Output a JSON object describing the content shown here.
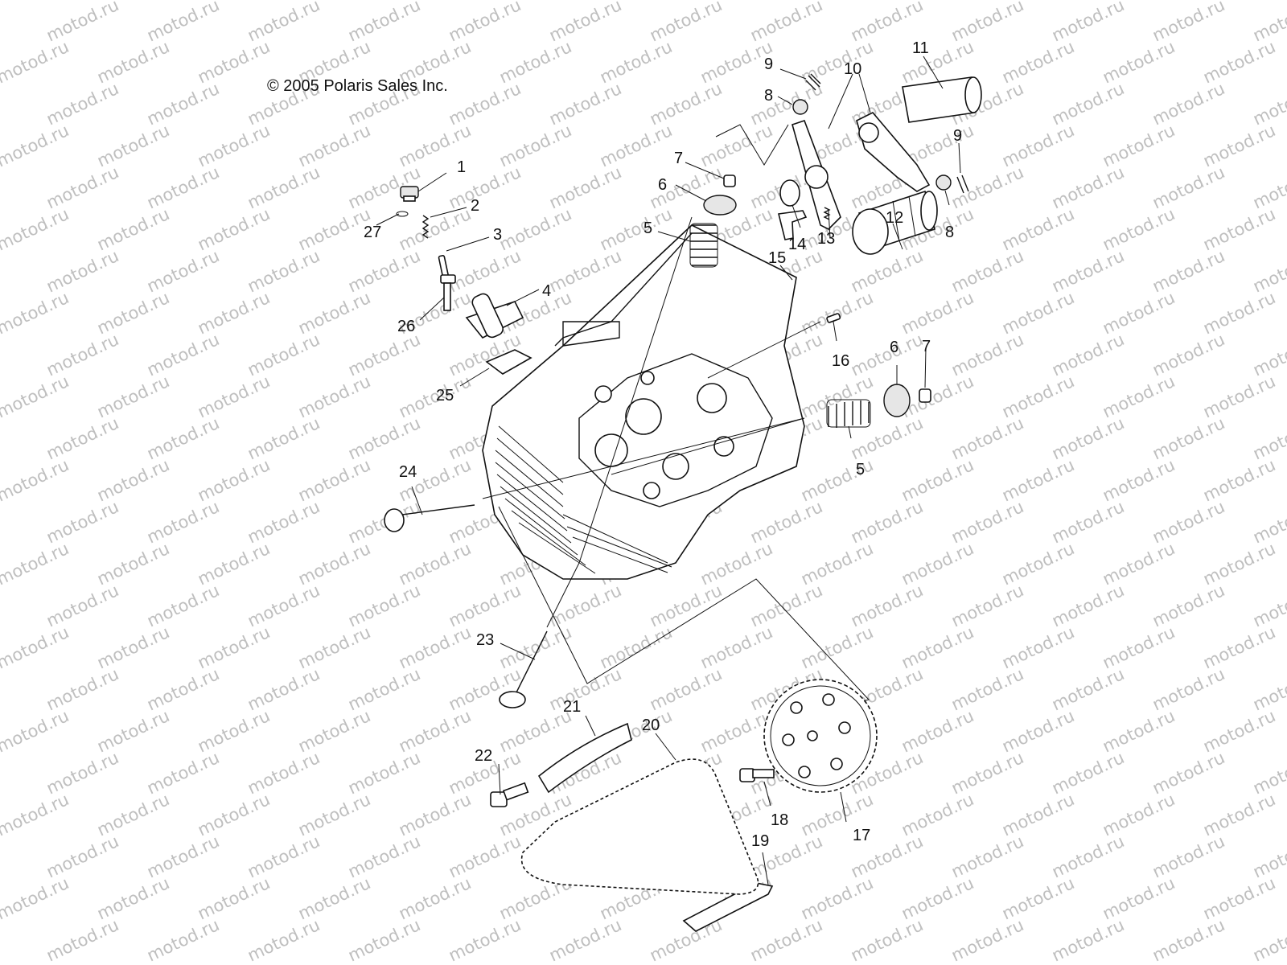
{
  "copyright": "© 2005 Polaris Sales Inc.",
  "watermark": "motod.ru",
  "callouts": [
    {
      "id": "c1",
      "label": "1"
    },
    {
      "id": "c2",
      "label": "2"
    },
    {
      "id": "c3",
      "label": "3"
    },
    {
      "id": "c4",
      "label": "4"
    },
    {
      "id": "c5a",
      "label": "5"
    },
    {
      "id": "c5b",
      "label": "5"
    },
    {
      "id": "c6a",
      "label": "6"
    },
    {
      "id": "c6b",
      "label": "6"
    },
    {
      "id": "c7a",
      "label": "7"
    },
    {
      "id": "c7b",
      "label": "7"
    },
    {
      "id": "c8a",
      "label": "8"
    },
    {
      "id": "c8b",
      "label": "8"
    },
    {
      "id": "c9a",
      "label": "9"
    },
    {
      "id": "c9b",
      "label": "9"
    },
    {
      "id": "c10",
      "label": "10"
    },
    {
      "id": "c11",
      "label": "11"
    },
    {
      "id": "c12",
      "label": "12"
    },
    {
      "id": "c13",
      "label": "13"
    },
    {
      "id": "c14",
      "label": "14"
    },
    {
      "id": "c15",
      "label": "15"
    },
    {
      "id": "c16",
      "label": "16"
    },
    {
      "id": "c17",
      "label": "17"
    },
    {
      "id": "c18",
      "label": "18"
    },
    {
      "id": "c19",
      "label": "19"
    },
    {
      "id": "c20",
      "label": "20"
    },
    {
      "id": "c21",
      "label": "21"
    },
    {
      "id": "c22",
      "label": "22"
    },
    {
      "id": "c23",
      "label": "23"
    },
    {
      "id": "c24",
      "label": "24"
    },
    {
      "id": "c25",
      "label": "25"
    },
    {
      "id": "c26",
      "label": "26"
    },
    {
      "id": "c27",
      "label": "27"
    }
  ]
}
